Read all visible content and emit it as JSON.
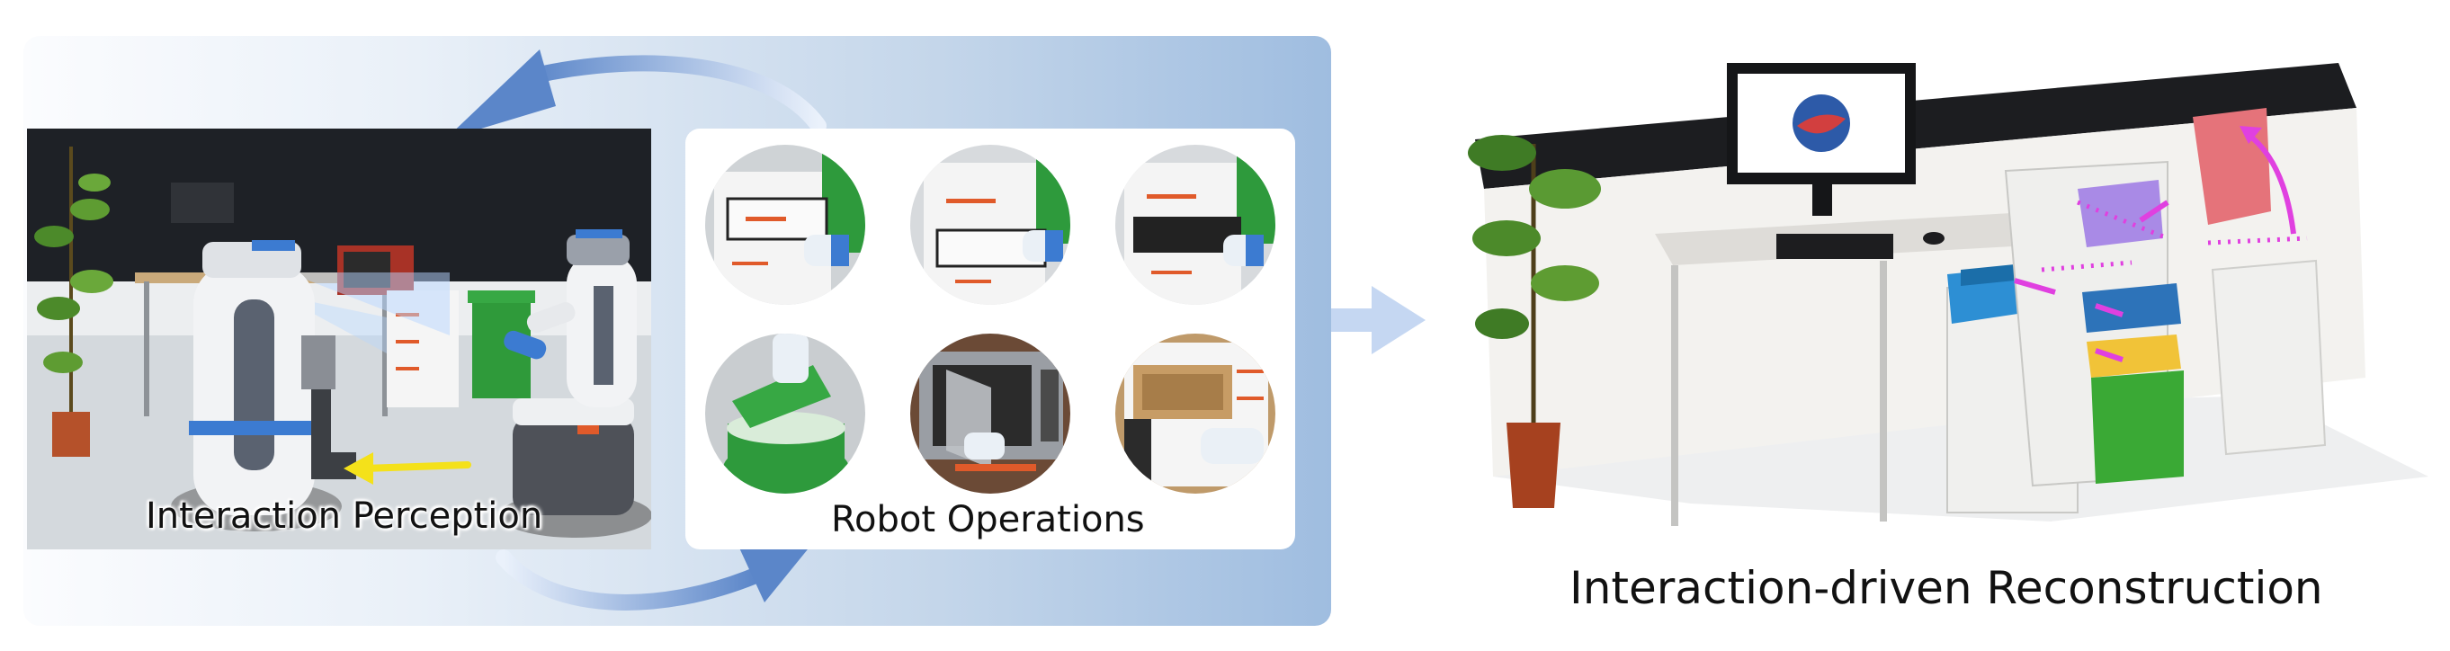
{
  "left_panel": {
    "photo_caption": "Interaction Perception",
    "operations_caption": "Robot Operations"
  },
  "right_panel": {
    "caption": "Interaction-driven Reconstruction"
  },
  "colors": {
    "panel_gradient_end": "#9fbde0",
    "cycle_arrow": "#5b86c9",
    "transition_arrow": "#c5d7f2",
    "highlight_magenta": "#e040e0",
    "drawer_blue": "#2d8fd4",
    "drawer_yellow": "#f1c338",
    "cabinet_green": "#3aa935",
    "lid_pink": "#e5737a",
    "drawer_purple": "#a98ae6"
  },
  "icons": [
    "robot-icon",
    "microwave-icon",
    "trash-bin-icon",
    "monitor-icon",
    "keyboard-icon",
    "plant-icon"
  ]
}
